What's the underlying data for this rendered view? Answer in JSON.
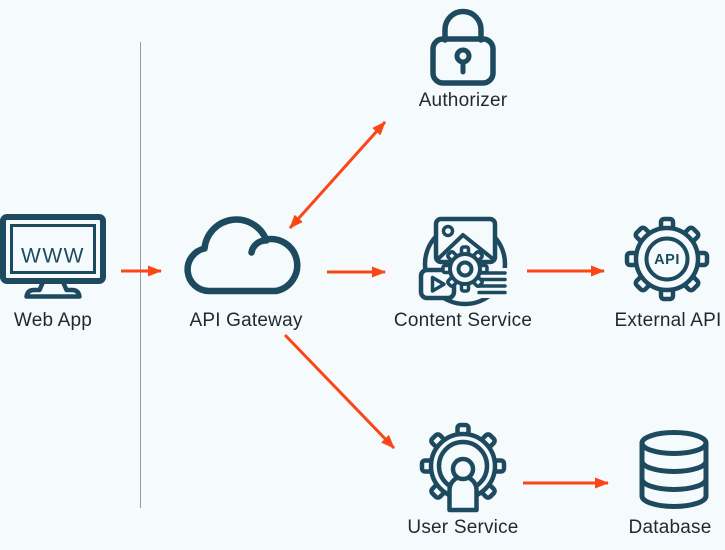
{
  "theme": {
    "bg": "#f5fafd",
    "stroke": "#1d4a5f",
    "arrow": "#fb4616",
    "line": "#9b9b9b",
    "text": "#1d2a31"
  },
  "nodes": {
    "web_app": {
      "label": "Web App",
      "icon": "monitor-www-icon",
      "screen_text": "WWW"
    },
    "api_gateway": {
      "label": "API Gateway",
      "icon": "cloud-icon"
    },
    "authorizer": {
      "label": "Authorizer",
      "icon": "padlock-icon"
    },
    "content_service": {
      "label": "Content Service",
      "icon": "media-gear-icon"
    },
    "external_api": {
      "label": "External API",
      "icon": "gear-api-icon",
      "badge_text": "API"
    },
    "user_service": {
      "label": "User Service",
      "icon": "gear-person-icon"
    },
    "database": {
      "label": "Database",
      "icon": "database-cylinder-icon"
    }
  },
  "edges": [
    {
      "from": "Web App",
      "to": "API Gateway",
      "direction": "one-way"
    },
    {
      "from": "API Gateway",
      "to": "Authorizer",
      "direction": "two-way"
    },
    {
      "from": "API Gateway",
      "to": "Content Service",
      "direction": "one-way"
    },
    {
      "from": "Content Service",
      "to": "External API",
      "direction": "one-way"
    },
    {
      "from": "API Gateway",
      "to": "User Service",
      "direction": "one-way"
    },
    {
      "from": "User Service",
      "to": "Database",
      "direction": "one-way"
    }
  ]
}
